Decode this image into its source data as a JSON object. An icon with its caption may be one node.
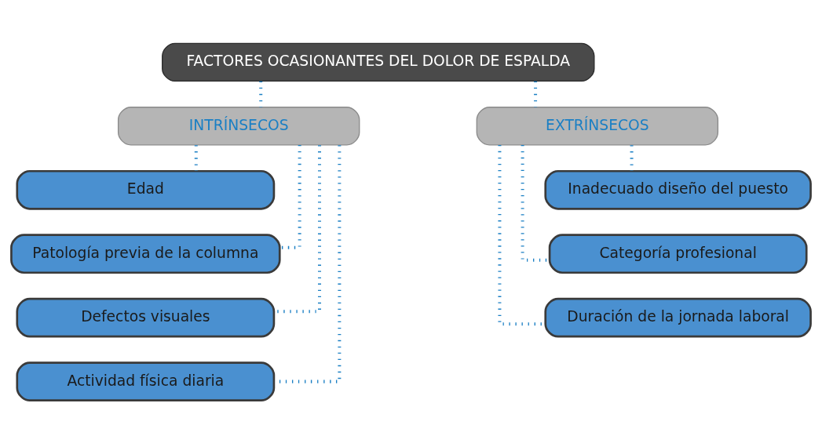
{
  "diagram": {
    "nodes": [
      {
        "text": [
          "FACTORES OCASIONANTES DEL DOLOR DE ESPALDA"
        ]
      },
      {
        "text": [
          "INTRÍNSECOS"
        ]
      },
      {
        "text": [
          "EXTRÍNSECOS"
        ]
      },
      {
        "text": [
          "Edad"
        ]
      },
      {
        "text": [
          "Patología previa de la columna"
        ]
      },
      {
        "text": [
          "Defectos visuales"
        ]
      },
      {
        "text": [
          "Actividad física diaria"
        ]
      },
      {
        "text": [
          "Inadecuado diseño del puesto"
        ]
      },
      {
        "text": [
          "Categoría profesional"
        ]
      },
      {
        "text": [
          "Duración de la jornada laboral"
        ]
      }
    ],
    "edges": [
      {
        "from": 0,
        "to": 1,
        "arrow": "none",
        "style": "dashed"
      },
      {
        "from": 0,
        "to": 2,
        "arrow": "none",
        "style": "dashed"
      },
      {
        "from": 1,
        "to": 3,
        "arrow": "none",
        "style": "dashed"
      },
      {
        "from": 1,
        "to": 4,
        "arrow": "none",
        "style": "dashed"
      },
      {
        "from": 1,
        "to": 5,
        "arrow": "none",
        "style": "dashed"
      },
      {
        "from": 1,
        "to": 6,
        "arrow": "none",
        "style": "dashed"
      },
      {
        "from": 2,
        "to": 7,
        "arrow": "none",
        "style": "dashed"
      },
      {
        "from": 2,
        "to": 8,
        "arrow": "none",
        "style": "dashed"
      },
      {
        "from": 2,
        "to": 9,
        "arrow": "none",
        "style": "dashed"
      }
    ]
  }
}
